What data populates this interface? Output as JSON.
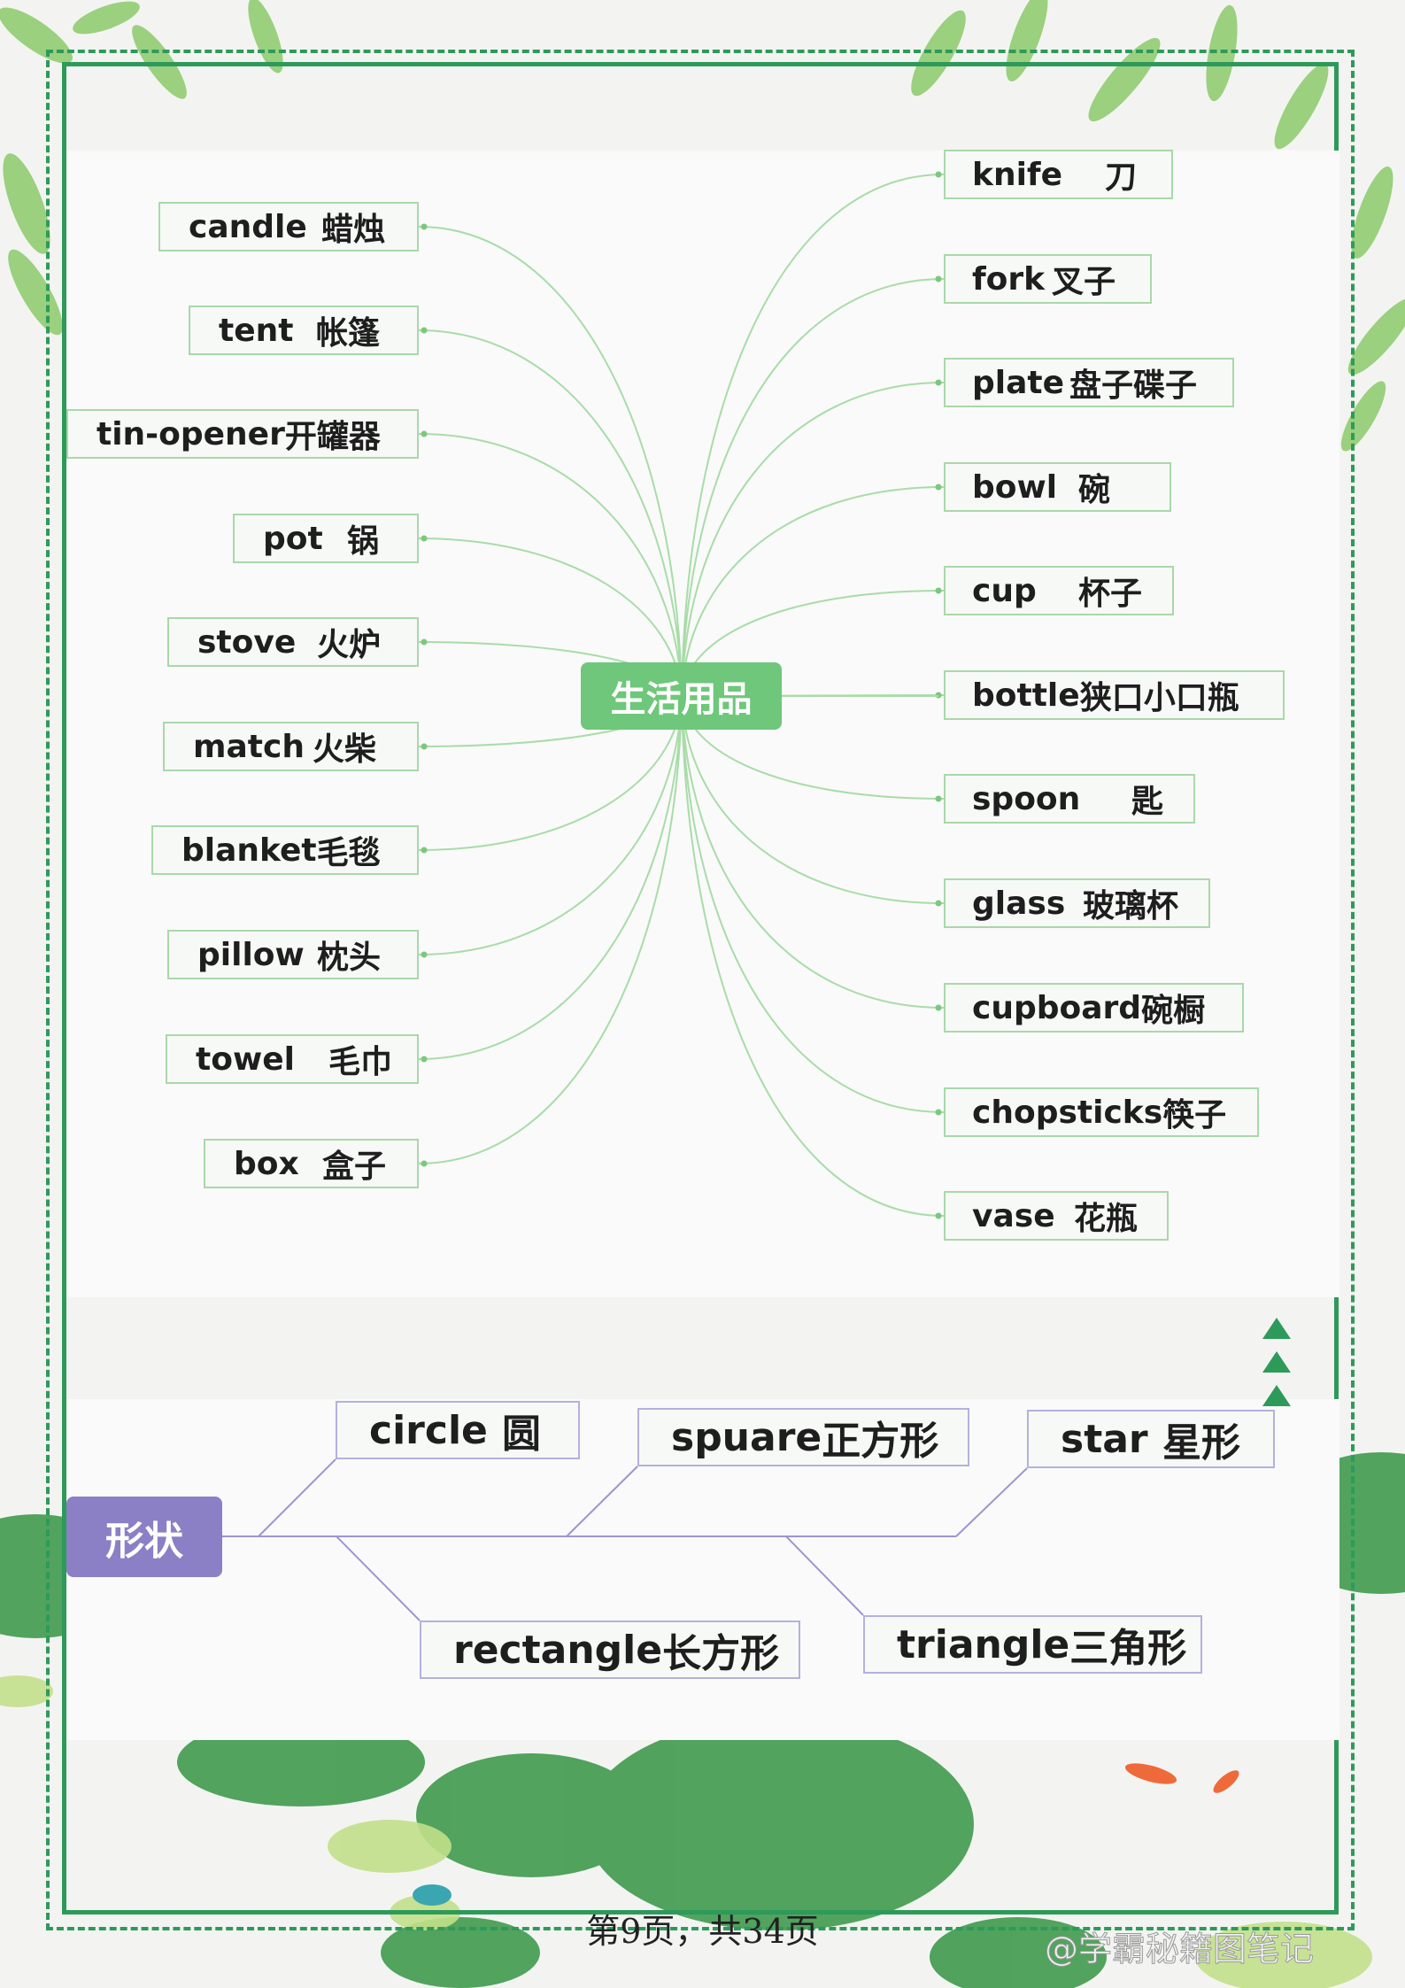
{
  "mindmap": {
    "center": "生活用品",
    "left": [
      {
        "en": "candle",
        "zh": "蜡烛"
      },
      {
        "en": "tent",
        "zh": "帐篷"
      },
      {
        "en": "tin-opener",
        "zh": "开罐器"
      },
      {
        "en": "pot",
        "zh": "锅"
      },
      {
        "en": "stove",
        "zh": "火炉"
      },
      {
        "en": "match",
        "zh": "火柴"
      },
      {
        "en": "blanket",
        "zh": "毛毯"
      },
      {
        "en": "pillow",
        "zh": "枕头"
      },
      {
        "en": "towel",
        "zh": "毛巾"
      },
      {
        "en": "box",
        "zh": "盒子"
      }
    ],
    "right": [
      {
        "en": "knife",
        "zh": "刀"
      },
      {
        "en": "fork",
        "zh": "叉子"
      },
      {
        "en": "plate",
        "zh": "盘子碟子"
      },
      {
        "en": "bowl",
        "zh": "碗"
      },
      {
        "en": "cup",
        "zh": "杯子"
      },
      {
        "en": "bottle",
        "zh": "狭口小口瓶"
      },
      {
        "en": "spoon",
        "zh": "匙"
      },
      {
        "en": "glass",
        "zh": "玻璃杯"
      },
      {
        "en": "cupboard",
        "zh": "碗橱"
      },
      {
        "en": "chopsticks",
        "zh": "筷子"
      },
      {
        "en": "vase",
        "zh": "花瓶"
      }
    ]
  },
  "shapes": {
    "root": "形状",
    "items": [
      {
        "en": "circle",
        "zh": "圆"
      },
      {
        "en": "spuare",
        "zh": "正方形"
      },
      {
        "en": "star",
        "zh": "星形"
      },
      {
        "en": "rectangle",
        "zh": "长方形"
      },
      {
        "en": "triangle",
        "zh": "三角形"
      }
    ]
  },
  "footer": {
    "page": "第9页，共34页",
    "watermark": "@学霸秘籍图笔记"
  },
  "colors": {
    "frame": "#2e9a5a",
    "center_node": "#6ec77a",
    "shape_root": "#8b80c6",
    "branch_line": "#a8dca8",
    "shape_line": "#9d96d0"
  }
}
